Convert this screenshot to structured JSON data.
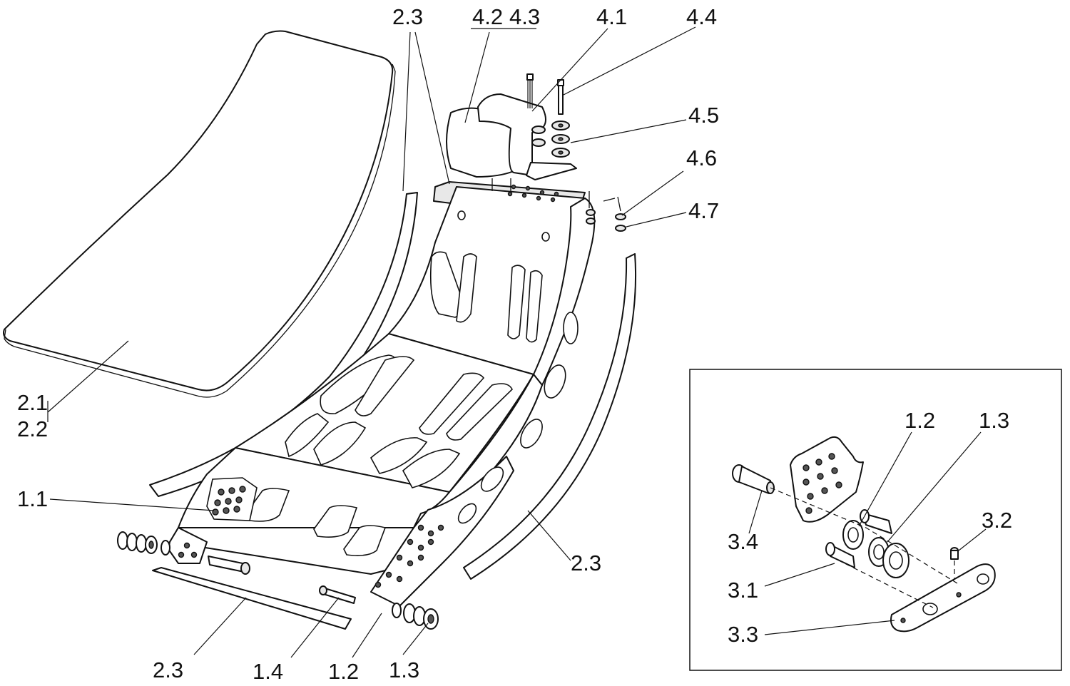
{
  "labels": {
    "l_2_3_top": "2.3",
    "l_4_2": "4.2",
    "l_4_3": "4.3",
    "l_4_1": "4.1",
    "l_4_4": "4.4",
    "l_4_5": "4.5",
    "l_4_6": "4.6",
    "l_4_7": "4.7",
    "l_2_1": "2.1",
    "l_2_2": "2.2",
    "l_1_1": "1.1",
    "l_2_3_right": "2.3",
    "l_2_3_bottom": "2.3",
    "l_1_4": "1.4",
    "l_1_2": "1.2",
    "l_1_3": "1.3",
    "d_1_2": "1.2",
    "d_1_3": "1.3",
    "d_3_4": "3.4",
    "d_3_2": "3.2",
    "d_3_1": "3.1",
    "d_3_3": "3.3"
  }
}
